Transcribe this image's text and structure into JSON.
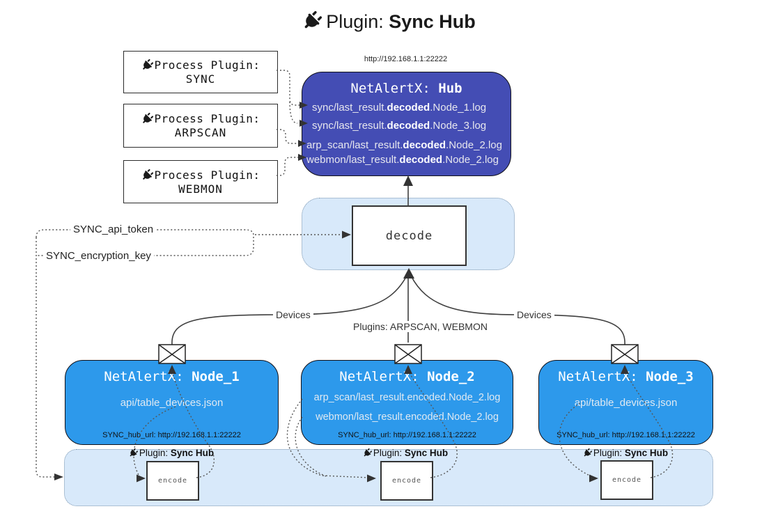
{
  "title": {
    "prefix": "Plugin: ",
    "name": "Sync Hub"
  },
  "process_plugins": [
    {
      "label": "Process Plugin:",
      "name": "SYNC"
    },
    {
      "label": "Process Plugin:",
      "name": "ARPSCAN"
    },
    {
      "label": "Process Plugin:",
      "name": "WEBMON"
    }
  ],
  "hub": {
    "url": "http://192.168.1.1:22222",
    "title_prefix": "NetAlertX: ",
    "title_name": "Hub",
    "logs": [
      {
        "pre": "sync/last_result.",
        "bold": "decoded",
        "post": ".Node_1.log"
      },
      {
        "pre": "sync/last_result.",
        "bold": "decoded",
        "post": ".Node_3.log"
      },
      {
        "pre": "arp_scan/last_result.",
        "bold": "decoded",
        "post": ".Node_2.log"
      },
      {
        "pre": "webmon/last_result.",
        "bold": "decoded",
        "post": ".Node_2.log"
      }
    ]
  },
  "decode": {
    "label": "decode"
  },
  "tokens": {
    "api_token": "SYNC_api_token",
    "encryption_key": "SYNC_encryption_key"
  },
  "edges": {
    "devices_left": "Devices",
    "devices_right": "Devices",
    "plugins_mid": "Plugins: ARPSCAN, WEBMON"
  },
  "nodes": [
    {
      "title_prefix": "NetAlertX: ",
      "title_name": "Node_1",
      "files": [
        "api/table_devices.json"
      ],
      "hub_url": "SYNC_hub_url: http://192.168.1.1:22222"
    },
    {
      "title_prefix": "NetAlertX: ",
      "title_name": "Node_2",
      "files": [
        "arp_scan/last_result.encoded.Node_2.log",
        "webmon/last_result.encoded.Node_2.log"
      ],
      "hub_url": "SYNC_hub_url: http://192.168.1.1:22222"
    },
    {
      "title_prefix": "NetAlertX: ",
      "title_name": "Node_3",
      "files": [
        "api/table_devices.json"
      ],
      "hub_url": "SYNC_hub_url: http://192.168.1.1:22222"
    }
  ],
  "encoders": [
    {
      "plugin_prefix": "Plugin: ",
      "plugin_name": "Sync Hub",
      "label": "encode"
    },
    {
      "plugin_prefix": "Plugin: ",
      "plugin_name": "Sync Hub",
      "label": "encode"
    },
    {
      "plugin_prefix": "Plugin: ",
      "plugin_name": "Sync Hub",
      "label": "encode"
    }
  ],
  "colors": {
    "hub_fill": "#444db4",
    "node_fill": "#2d99eb",
    "band_fill": "#d8e9fa",
    "band_border": "#7e96ad"
  }
}
